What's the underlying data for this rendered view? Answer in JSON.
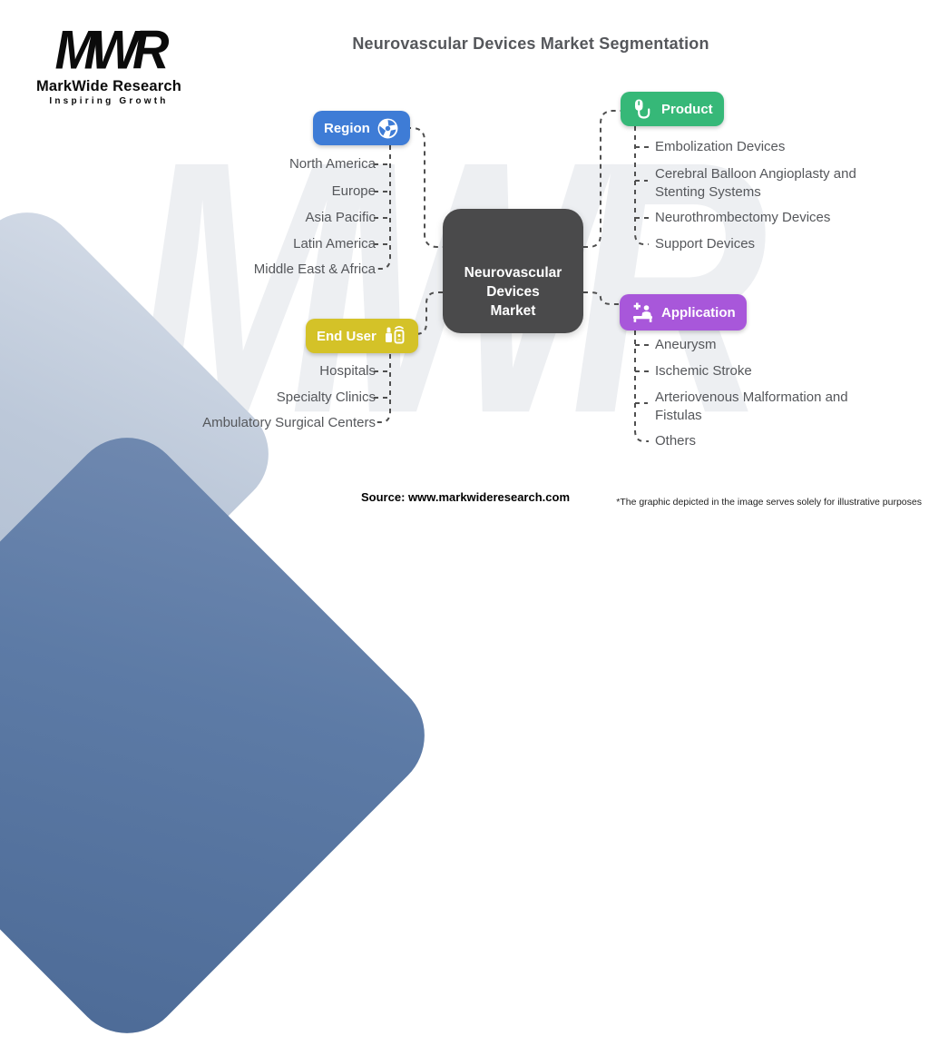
{
  "title": "Neurovascular Devices Market Segmentation",
  "logo": {
    "monogram": "MWR",
    "name": "MarkWide Research",
    "tagline": "Inspiring Growth"
  },
  "watermark": "MWR",
  "center": {
    "label": "Neurovascular\nDevices\nMarket"
  },
  "categories": {
    "region": {
      "label": "Region",
      "color": "#3e7cd6",
      "icon": "globe-icon",
      "items": [
        "North America",
        "Europe",
        "Asia Pacific",
        "Latin America",
        "Middle East & Africa"
      ]
    },
    "product": {
      "label": "Product",
      "color": "#36b878",
      "icon": "device-cable-icon",
      "items": [
        "Embolization Devices",
        "Cerebral Balloon Angioplasty and\nStenting Systems",
        "Neurothrombectomy Devices",
        "Support Devices"
      ]
    },
    "end_user": {
      "label": "End User",
      "color": "#d4c228",
      "icon": "person-device-icon",
      "items": [
        "Hospitals",
        "Specialty Clinics",
        "Ambulatory Surgical Centers"
      ]
    },
    "application": {
      "label": "Application",
      "color": "#a857da",
      "icon": "patient-bed-icon",
      "items": [
        "Aneurysm",
        "Ischemic Stroke",
        "Arteriovenous Malformation and\nFistulas",
        "Others"
      ]
    }
  },
  "footer": {
    "source": "Source: www.markwideresearch.com",
    "disclaimer": "*The graphic depicted in the image serves solely for illustrative purposes"
  }
}
